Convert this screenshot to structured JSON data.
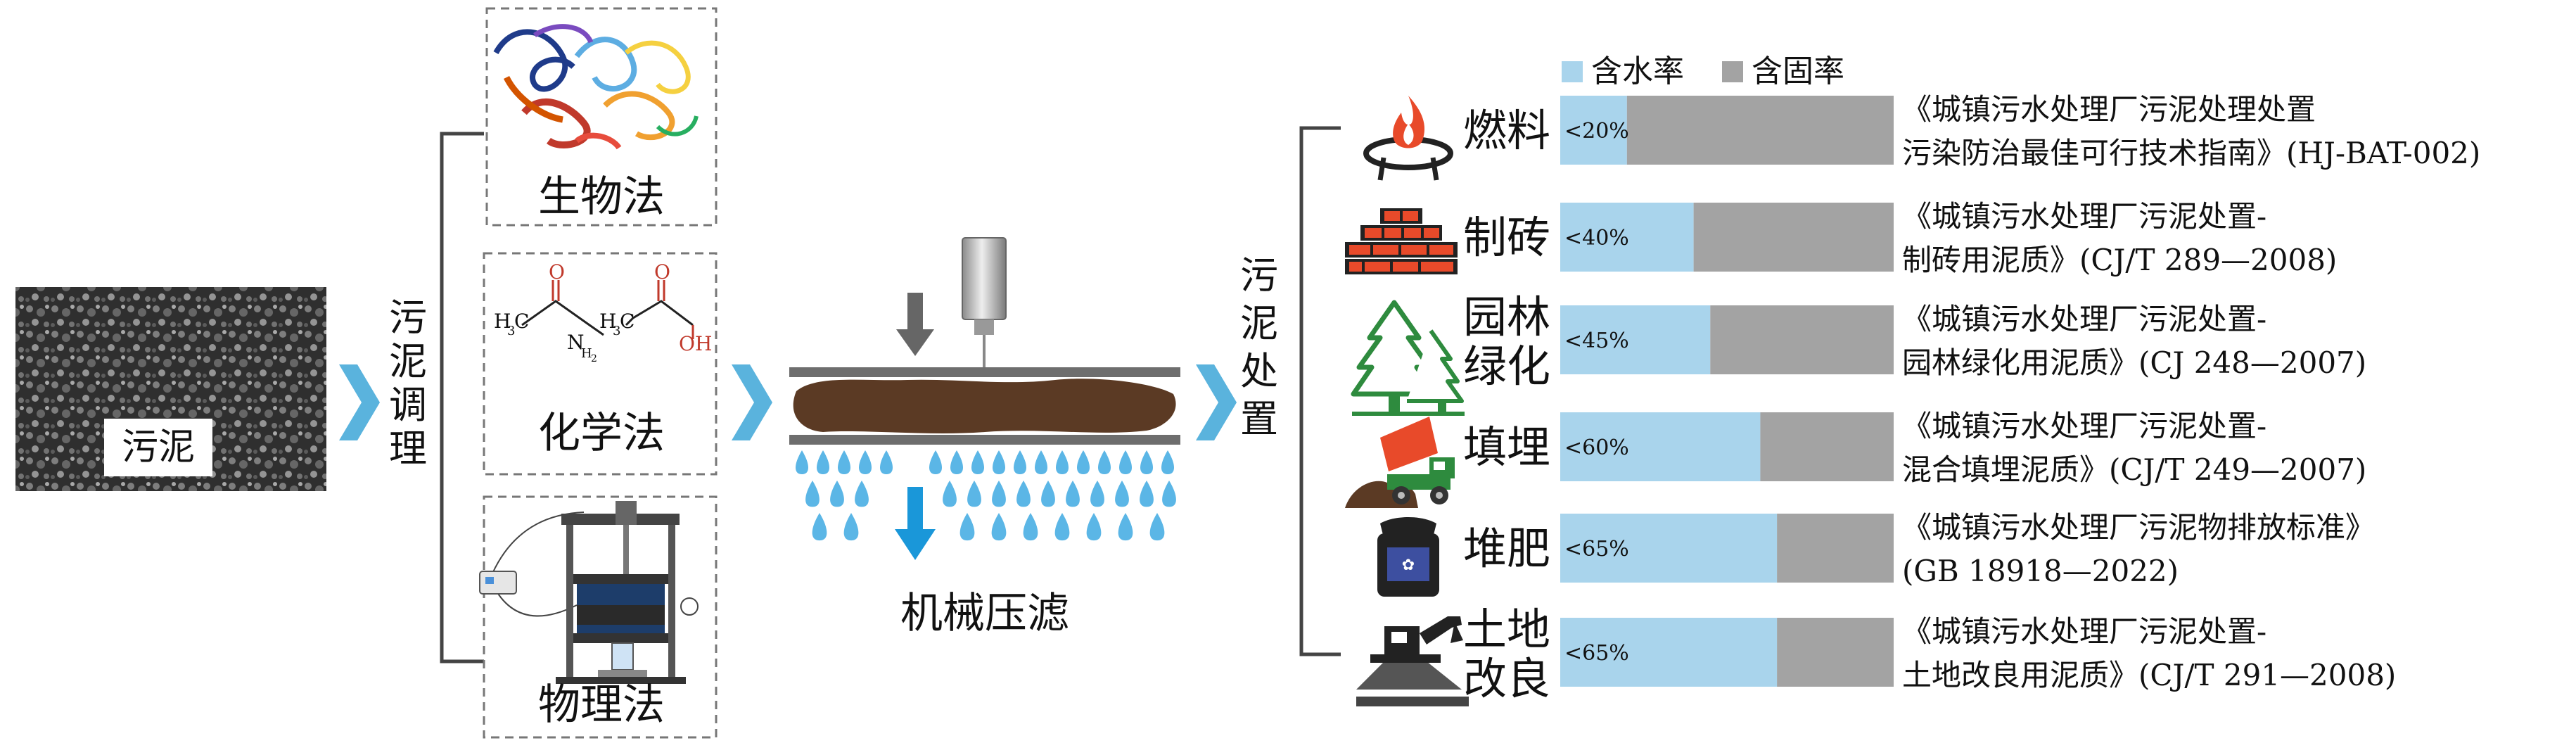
{
  "sludge_label": "污泥",
  "conditioning_label": "污泥调理",
  "methods": [
    {
      "label": "生物法"
    },
    {
      "label": "化学法"
    },
    {
      "label": "物理法"
    }
  ],
  "chem_formula": {
    "left_ch3": "H",
    "left_sub": "3",
    "left_c": "C",
    "n_h": "N",
    "n_sub": "H",
    "n_sub2": "2",
    "right_ch3": "H",
    "right_sub": "3",
    "right_c": "C",
    "oh": "OH",
    "o1": "O",
    "o2": "O"
  },
  "press_label": "机械压滤",
  "disposal_label": "污泥处置",
  "legend": {
    "water": "含水率",
    "solid": "含固率"
  },
  "colors": {
    "water": "#a9d4ec",
    "solid": "#a3a3a3",
    "chevron": "#5ab3dd",
    "sludge": "#5b3a24",
    "drops": "#5bb6e6"
  },
  "chart_data": {
    "type": "bar",
    "orientation": "horizontal",
    "stacked": true,
    "xlim": [
      0,
      100
    ],
    "categories": [
      "燃料",
      "制砖",
      "园林绿化",
      "填埋",
      "堆肥",
      "土地改良"
    ],
    "series": [
      {
        "name": "含水率",
        "values": [
          20,
          40,
          45,
          60,
          65,
          65
        ]
      },
      {
        "name": "含固率",
        "values": [
          80,
          60,
          55,
          40,
          35,
          35
        ]
      }
    ],
    "data_labels": [
      "<20%",
      "<40%",
      "<45%",
      "<60%",
      "<65%",
      "<65%"
    ]
  },
  "uses": [
    {
      "label_lines": [
        "燃料"
      ],
      "icon": "fire-icon",
      "standard_lines": [
        "《城镇污水处理厂污泥处理处置",
        "污染防治最佳可行技术指南》(HJ-BAT-002)"
      ]
    },
    {
      "label_lines": [
        "制砖"
      ],
      "icon": "brick-wall-icon",
      "standard_lines": [
        "《城镇污水处理厂污泥处置-",
        "制砖用泥质》(CJ/T 289—2008)"
      ]
    },
    {
      "label_lines": [
        "园林",
        "绿化"
      ],
      "icon": "trees-icon",
      "standard_lines": [
        "《城镇污水处理厂污泥处置-",
        "园林绿化用泥质》(CJ 248—2007)"
      ]
    },
    {
      "label_lines": [
        "填埋"
      ],
      "icon": "dump-truck-icon",
      "standard_lines": [
        "《城镇污水处理厂污泥处置-",
        "混合填埋泥质》(CJ/T 249—2007)"
      ]
    },
    {
      "label_lines": [
        "堆肥"
      ],
      "icon": "fertilizer-bag-icon",
      "standard_lines": [
        "《城镇污水处理厂污泥物排放标准》",
        "(GB 18918—2022)"
      ]
    },
    {
      "label_lines": [
        "土地",
        "改良"
      ],
      "icon": "excavator-icon",
      "standard_lines": [
        "《城镇污水处理厂污泥处置-",
        "土地改良用泥质》(CJ/T 291—2008)"
      ]
    }
  ]
}
